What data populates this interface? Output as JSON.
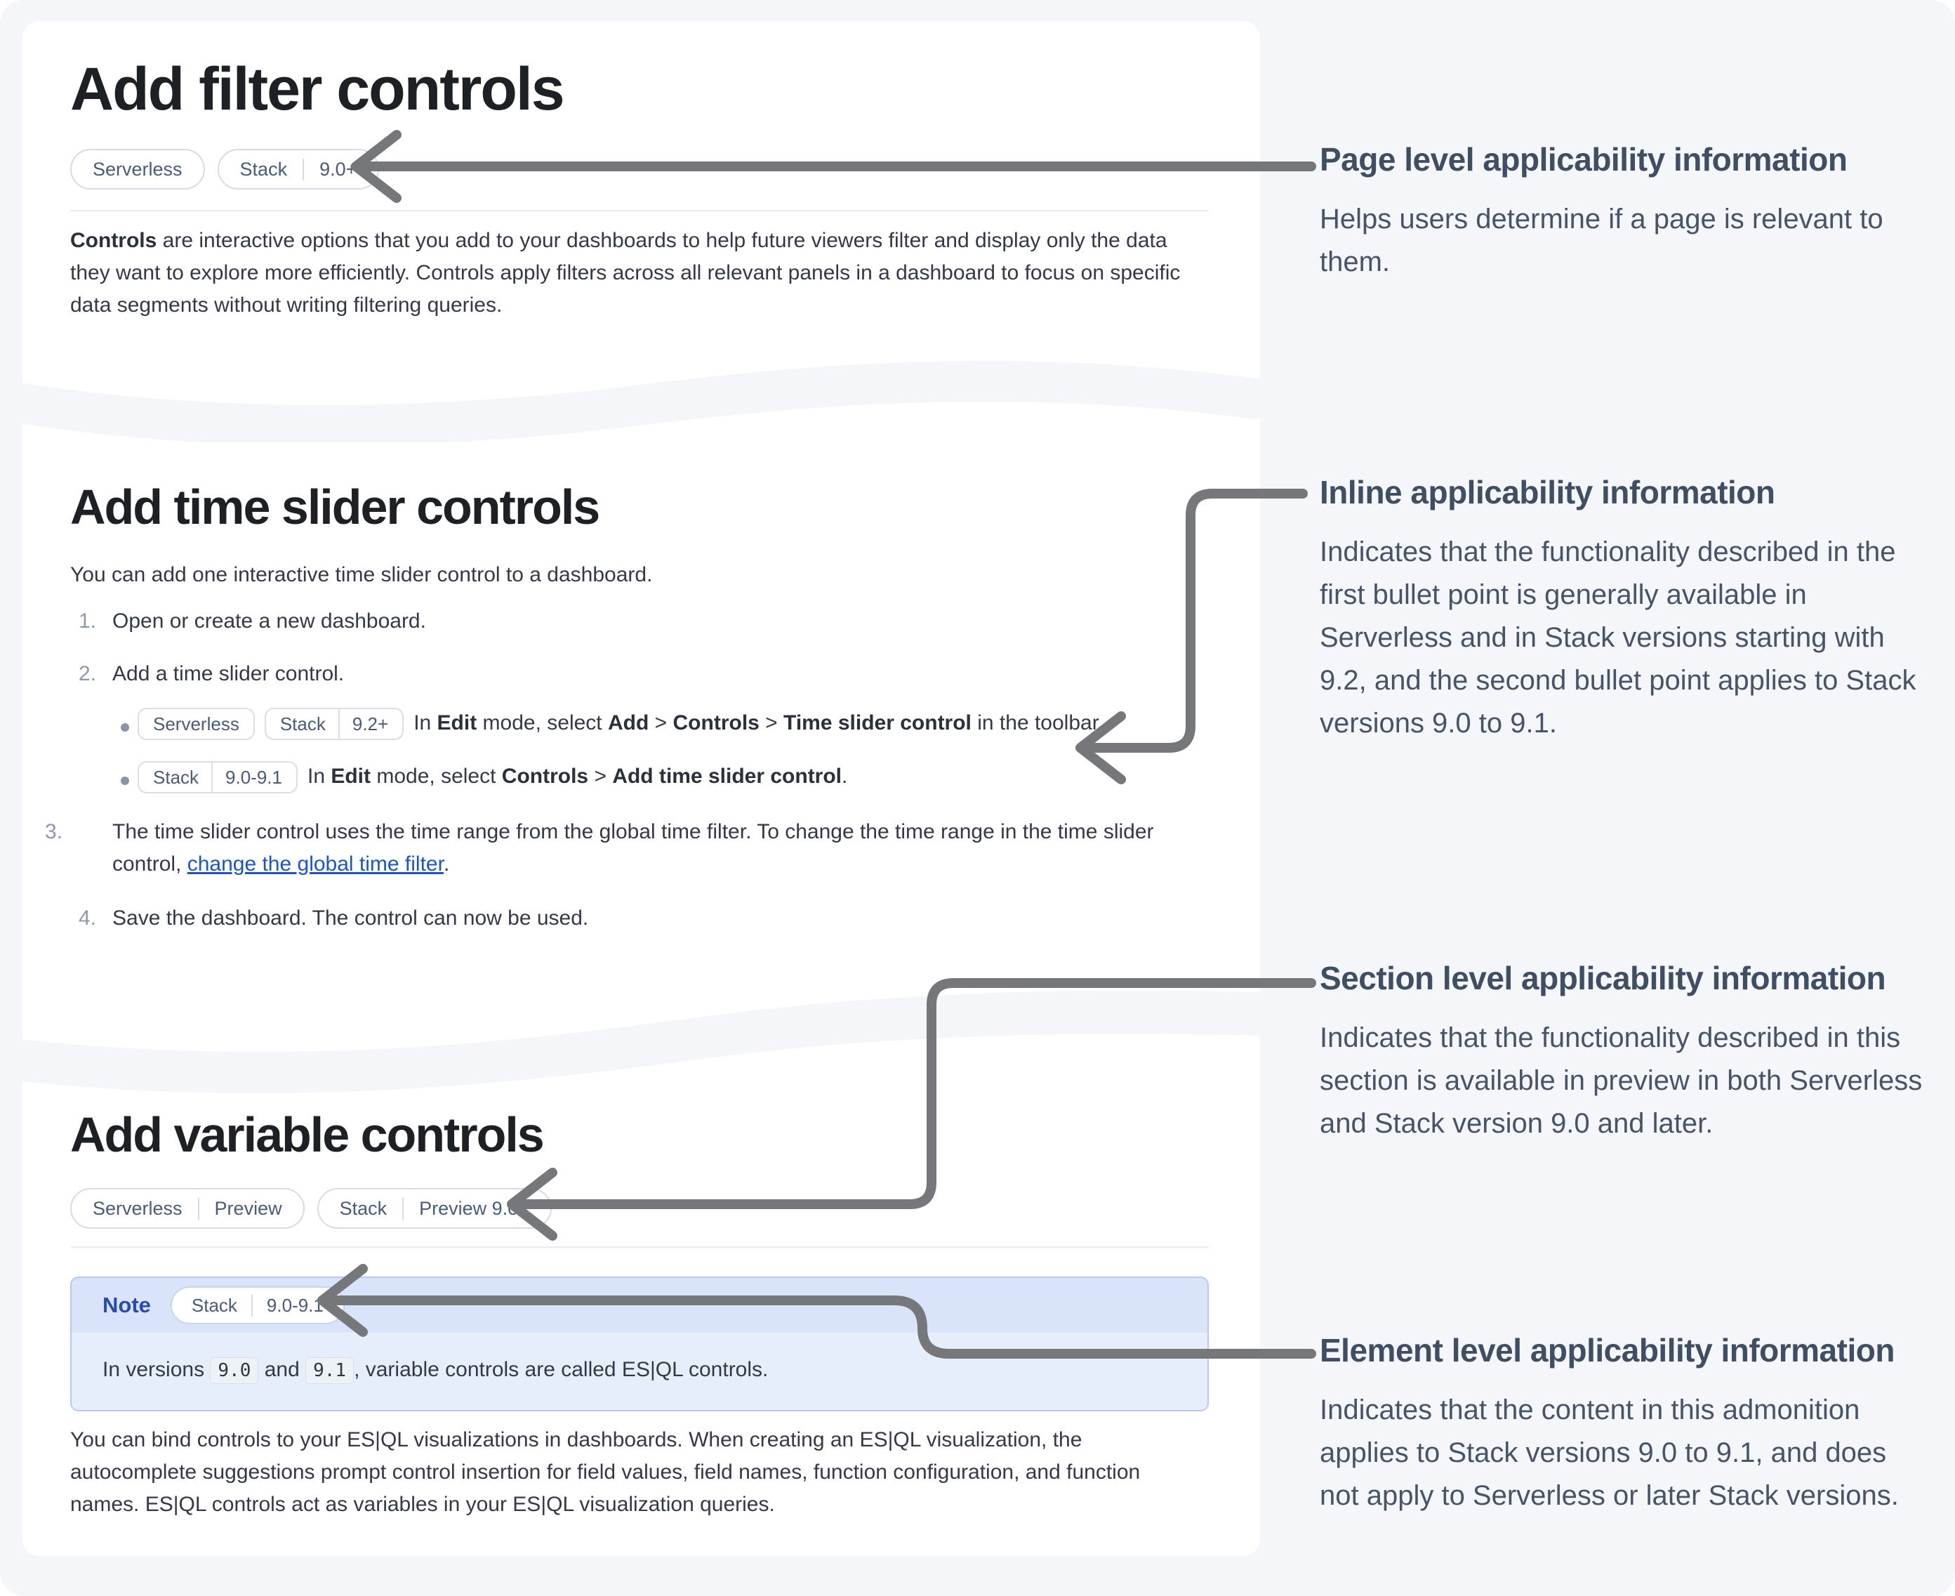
{
  "page": {
    "background": "#f4f6fa",
    "card_background": "#ffffff",
    "arrow_color": "#76777a",
    "link_color": "#1d53c9",
    "note_header_color": "#d9e3f9",
    "note_body_color": "#e7eefb"
  },
  "card1": {
    "title": "Add filter controls",
    "badges": {
      "serverless": {
        "parts": [
          "Serverless"
        ]
      },
      "stack": {
        "parts": [
          "Stack",
          "9.0+"
        ]
      }
    },
    "paragraph": {
      "bold": "Controls",
      "rest": " are interactive options that you add to your dashboards to help future viewers filter and display only the data they want to explore more efficiently. Controls apply filters across all relevant panels in a dashboard to focus on specific data segments without writing filtering queries."
    }
  },
  "card2": {
    "title": "Add time slider controls",
    "intro": "You can add one interactive time slider control to a dashboard.",
    "steps": {
      "m1": "1.",
      "s1": "Open or create a new dashboard.",
      "m2": "2.",
      "s2": "Add a time slider control.",
      "m3": "3.",
      "s3": {
        "t1": "The time slider control uses the time range from the global time filter. To change the time range in the time slider control, ",
        "link": "change the global time filter",
        "t2": "."
      },
      "m4": "4.",
      "s4": "Save the dashboard. The control can now be used."
    },
    "bullet1": {
      "badge_serverless": "Serverless",
      "badge_stack": "Stack",
      "badge_stack_version": "9.2+",
      "t1": "In ",
      "b1": "Edit",
      "t2": " mode, select ",
      "b2": "Add",
      "t3": " > ",
      "b3": "Controls",
      "t4": " > ",
      "b4": "Time slider control",
      "t5": " in the toolbar."
    },
    "bullet2": {
      "badge_stack": "Stack",
      "badge_stack_version": "9.0-9.1",
      "t1": "In ",
      "b1": "Edit",
      "t2": " mode, select ",
      "b2": "Controls",
      "t3": " > ",
      "b3": "Add time slider control",
      "t4": "."
    }
  },
  "card3": {
    "title": "Add variable controls",
    "badges": {
      "serverless": {
        "parts": [
          "Serverless",
          "Preview"
        ]
      },
      "stack": {
        "parts": [
          "Stack",
          "Preview  9.0+"
        ]
      }
    },
    "note": {
      "label": "Note",
      "badge": {
        "parts": [
          "Stack",
          "9.0-9.1"
        ]
      },
      "body": {
        "t1": "In versions ",
        "c1": "9.0",
        "t2": " and ",
        "c2": "9.1",
        "t3": ", variable controls are called ES|QL controls."
      }
    },
    "paragraph": "You can bind controls to your ES|QL visualizations in dashboards. When creating an ES|QL visualization, the autocomplete suggestions prompt control insertion for field values, field names, function configuration, and function names. ES|QL controls act as variables in your ES|QL visualization queries."
  },
  "annotations": {
    "page_level": {
      "heading": "Page level applicability information",
      "body": "Helps users determine if a page is relevant to them."
    },
    "inline_level": {
      "heading": "Inline applicability information",
      "body": "Indicates that the functionality described in the first bullet point is generally available in Serverless and in Stack versions starting with 9.2, and the second bullet point applies to Stack versions 9.0 to 9.1."
    },
    "section_level": {
      "heading": "Section level applicability information",
      "body": "Indicates that the functionality described in this section is available in preview in both Serverless and Stack version 9.0 and later."
    },
    "element_level": {
      "heading": "Element level applicability information",
      "body": "Indicates that the content in this admonition applies to Stack versions 9.0 to 9.1, and does not apply to Serverless or later Stack versions."
    }
  }
}
